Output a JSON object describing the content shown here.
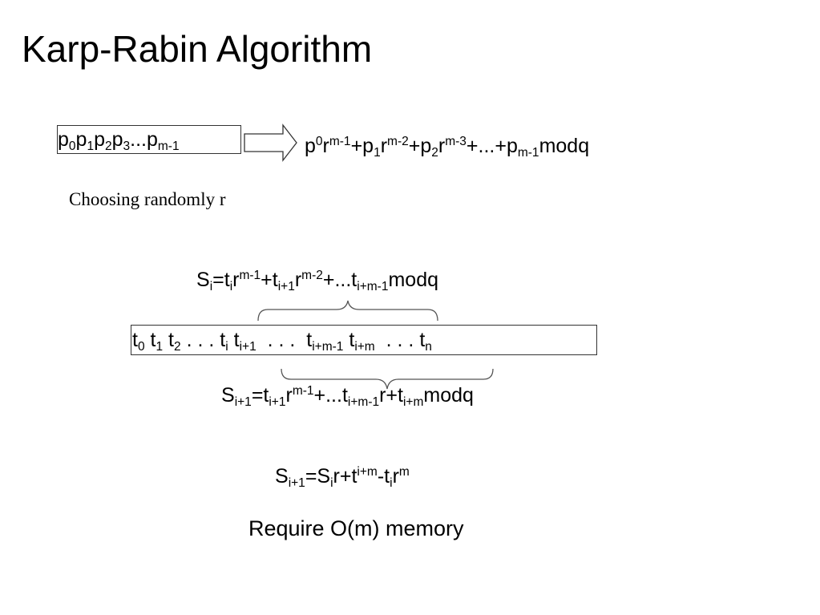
{
  "title": "Karp-Rabin Algorithm",
  "hash": {
    "arrow_icon": "right-arrow-icon",
    "choosing_text": "Choosing randomly r"
  },
  "sequence": {
    "dots": ".  .  ."
  },
  "memory_text": "Require O(m) memory"
}
